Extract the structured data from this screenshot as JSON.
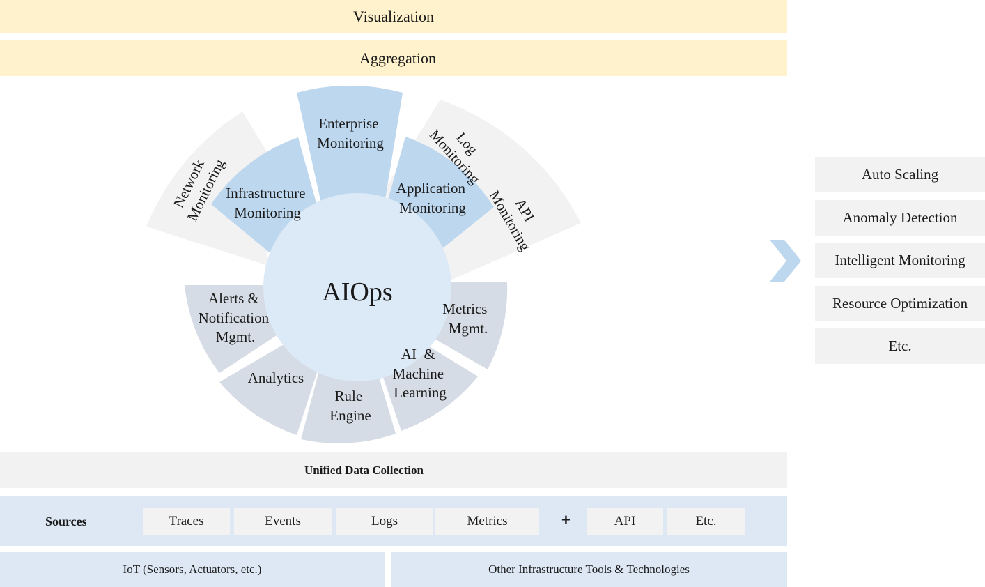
{
  "layers": {
    "visualization": "Visualization",
    "aggregation": "Aggregation",
    "unified_collection": "Unified Data Collection"
  },
  "wheel": {
    "center": "AIOps",
    "outer_segments": [
      {
        "lines": [
          "Network",
          "Monitoring"
        ]
      },
      {
        "lines": [
          "Log",
          "Monitoring"
        ]
      },
      {
        "lines": [
          "API",
          "Monitoring"
        ]
      }
    ],
    "monitoring_segments": [
      {
        "lines": [
          "Infrastructure",
          "Monitoring"
        ]
      },
      {
        "lines": [
          "Enterprise",
          "Monitoring"
        ]
      },
      {
        "lines": [
          "Application",
          "Monitoring"
        ]
      }
    ],
    "lower_segments": [
      {
        "lines": [
          "Alerts &",
          "Notification",
          "Mgmt."
        ]
      },
      {
        "lines": [
          "Analytics"
        ]
      },
      {
        "lines": [
          "Rule",
          "Engine"
        ]
      },
      {
        "lines": [
          "AI  &",
          "Machine",
          "Learning"
        ]
      },
      {
        "lines": [
          "Metrics",
          "Mgmt."
        ]
      }
    ]
  },
  "sources": {
    "label": "Sources",
    "items": [
      "Traces",
      "Events",
      "Logs",
      "Metrics"
    ],
    "plus": "+",
    "extra": [
      "API",
      "Etc."
    ]
  },
  "bottom": {
    "iot": "IoT (Sensors, Actuators, etc.)",
    "other": "Other Infrastructure Tools & Technologies"
  },
  "outcomes": [
    "Auto Scaling",
    "Anomaly Detection",
    "Intelligent Monitoring",
    "Resource Optimization",
    "Etc."
  ],
  "colors": {
    "layer_yellow": "#fff2cc",
    "light_grey": "#f2f2f2",
    "monitoring_blue": "#bdd7ee",
    "lower_grey_blue": "#d6dce5",
    "center_blue": "#dce9f6",
    "source_blue": "#dde8f4"
  }
}
